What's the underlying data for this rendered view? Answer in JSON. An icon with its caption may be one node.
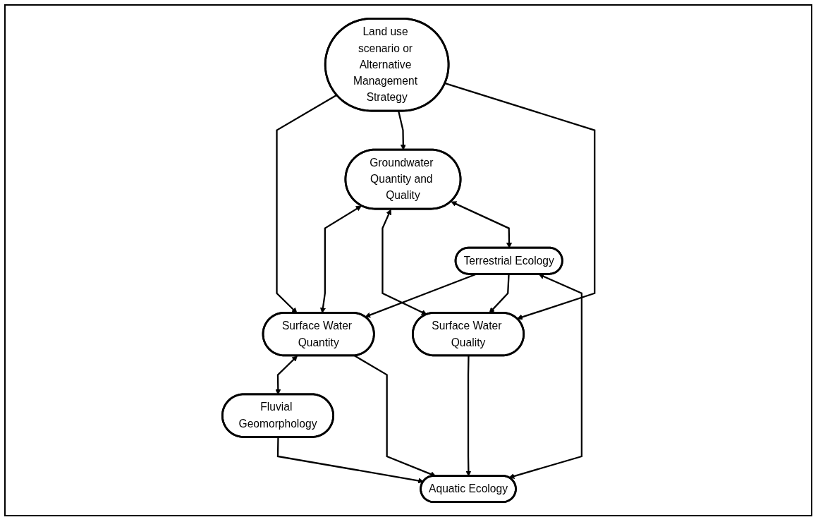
{
  "diagram": {
    "nodes": [
      {
        "text": [
          "Land use scenario or Alternative Management Strategy"
        ]
      },
      {
        "text": [
          "Groundwater Quantity and Quality"
        ]
      },
      {
        "text": [
          "Surface Water Quantity"
        ]
      },
      {
        "text": [
          "Surface Water Quality"
        ]
      },
      {
        "text": [
          "Terrestrial Ecology"
        ]
      },
      {
        "text": [
          "Fluvial Geomorphology"
        ]
      },
      {
        "text": [
          "Aquatic Ecology"
        ]
      }
    ],
    "edges": [
      {
        "from": 0,
        "to": 2,
        "arrow": "to"
      },
      {
        "from": 0,
        "to": 1,
        "arrow": "to"
      },
      {
        "from": 0,
        "to": 3,
        "arrow": "to"
      },
      {
        "from": 1,
        "to": 2,
        "arrow": "both"
      },
      {
        "from": 1,
        "to": 3,
        "arrow": "both"
      },
      {
        "from": 1,
        "to": 4,
        "arrow": "both"
      },
      {
        "from": 4,
        "to": 2,
        "arrow": "to"
      },
      {
        "from": 4,
        "to": 3,
        "arrow": "to"
      },
      {
        "from": 2,
        "to": 5,
        "arrow": "both"
      },
      {
        "from": 4,
        "to": 6,
        "arrow": "both"
      },
      {
        "from": 2,
        "to": 6,
        "arrow": "to"
      },
      {
        "from": 3,
        "to": 6,
        "arrow": "to"
      },
      {
        "from": 5,
        "to": 6,
        "arrow": "to"
      }
    ]
  }
}
